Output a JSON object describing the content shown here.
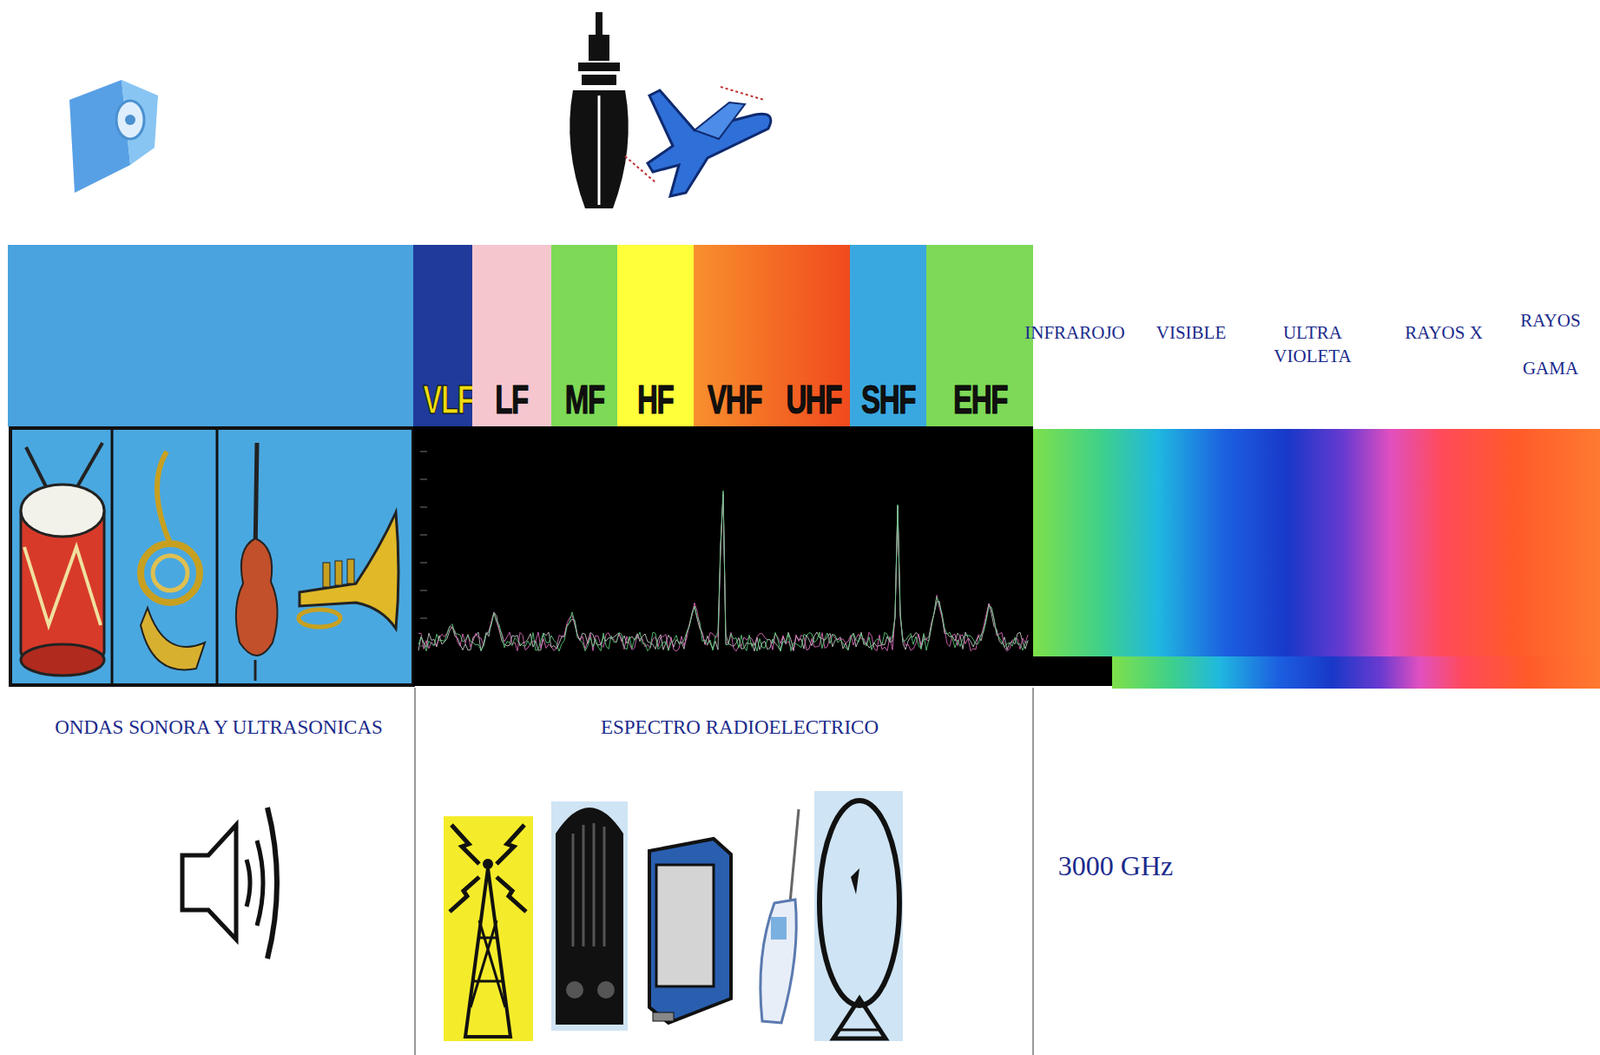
{
  "diagram": {
    "nodes": [
      {
        "text": [
          "VLF"
        ]
      },
      {
        "text": [
          "LF"
        ]
      },
      {
        "text": [
          "MF"
        ]
      },
      {
        "text": [
          "HF"
        ]
      },
      {
        "text": [
          "VHF"
        ]
      },
      {
        "text": [
          "UHF"
        ]
      },
      {
        "text": [
          "SHF"
        ]
      },
      {
        "text": [
          "EHF"
        ]
      }
    ],
    "labels": [
      "INFRAROJO",
      "VISIBLE",
      "ULTRA VIOLETA",
      "RAYOS X",
      "RAYOS GAMA",
      "ONDAS SONORA Y ULTRASONICAS",
      "ESPECTRO RADIOELECTRICO",
      "3000 GHz"
    ]
  }
}
